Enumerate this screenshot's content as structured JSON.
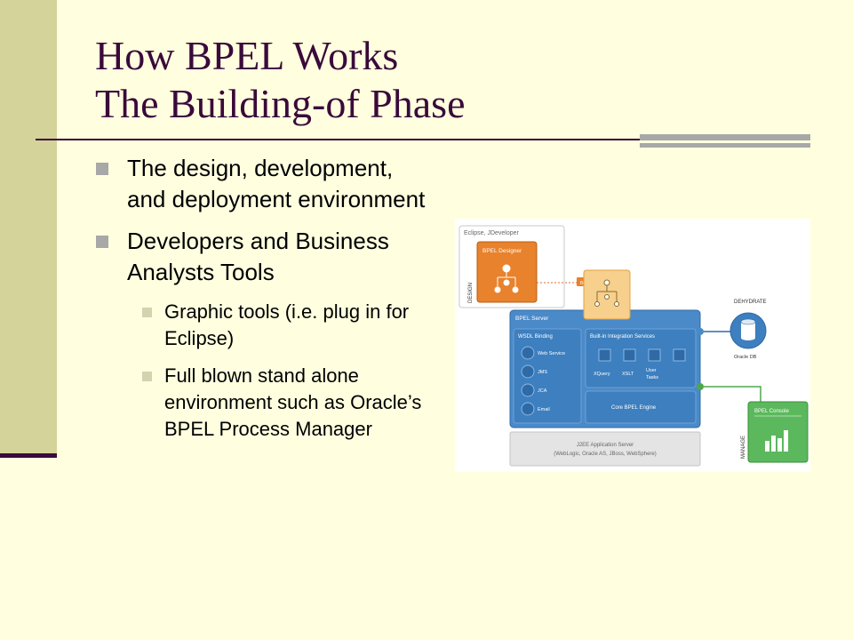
{
  "slide": {
    "title_line1": "How BPEL Works",
    "title_line2": "The Building-of Phase",
    "colors": {
      "background": "#ffffe0",
      "band": "#d3d39a",
      "title": "#3a0a3a",
      "bullet": "#a8a8a8"
    }
  },
  "bullets": [
    {
      "text": "The design, development, and deployment environment"
    },
    {
      "text": "Developers and Business Analysts Tools"
    }
  ],
  "sub_bullets": [
    {
      "text": "Graphic tools (i.e. plug in for Eclipse)"
    },
    {
      "text": "Full blown stand alone environment such as Oracle’s BPEL Process Manager"
    }
  ],
  "diagram": {
    "design_label": "DESIGN",
    "eclipse_label": "Eclipse, JDeveloper",
    "designer_label": "BPEL Designer",
    "bpel_tag": "BPEL",
    "server_label": "BPEL Server",
    "wsdl_label": "WSDL Binding",
    "wsdl_items": [
      "Web Service",
      "JMS",
      "JCA",
      "Email"
    ],
    "integration_label": "Built-in Integration Services",
    "integration_items": [
      "XQuery",
      "XSLT",
      "User",
      "Tasks"
    ],
    "engine_label": "Core BPEL Engine",
    "dehydrate_label": "DEHYDRATE",
    "db_label": "Oracle DB",
    "console_label": "BPEL Console",
    "manage_label": "MANAGE",
    "j2ee_line1": "J2EE Application Server",
    "j2ee_line2": "(WebLogic, Oracle AS, JBoss, WebSphere)"
  }
}
